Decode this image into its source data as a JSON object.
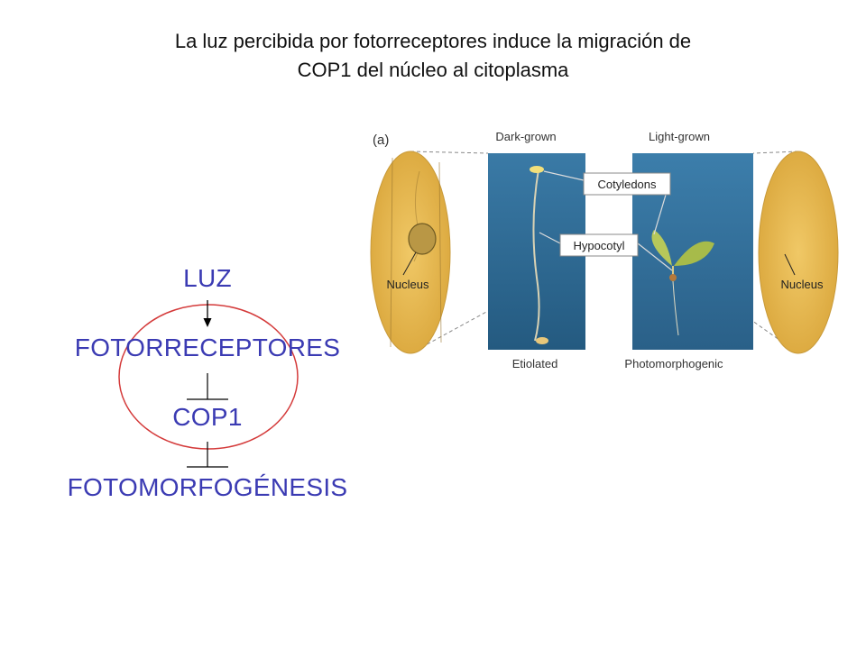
{
  "title": {
    "line1": "La luz percibida por fotorreceptores induce la migración de",
    "line2": "COP1 del núcleo al citoplasma"
  },
  "pathway": {
    "luz": "LUZ",
    "fotorreceptores": "FOTORRECEPTORES",
    "cop1": "COP1",
    "fotomorfogenesis": "FOTOMORFOGÉNESIS"
  },
  "figure": {
    "panel_label": "(a)",
    "dark_grown": "Dark-grown",
    "light_grown": "Light-grown",
    "cotyledons": "Cotyledons",
    "hypocotyl": "Hypocotyl",
    "nucleus_left": "Nucleus",
    "nucleus_right": "Nucleus",
    "etiolated": "Etiolated",
    "photomorphogenic": "Photomorphogenic"
  },
  "colors": {
    "pathway_text": "#3b3bb3",
    "ellipse": "#d43a3a",
    "cell_fill": "#e8b84a",
    "photo_bg": "#2f6a93"
  }
}
